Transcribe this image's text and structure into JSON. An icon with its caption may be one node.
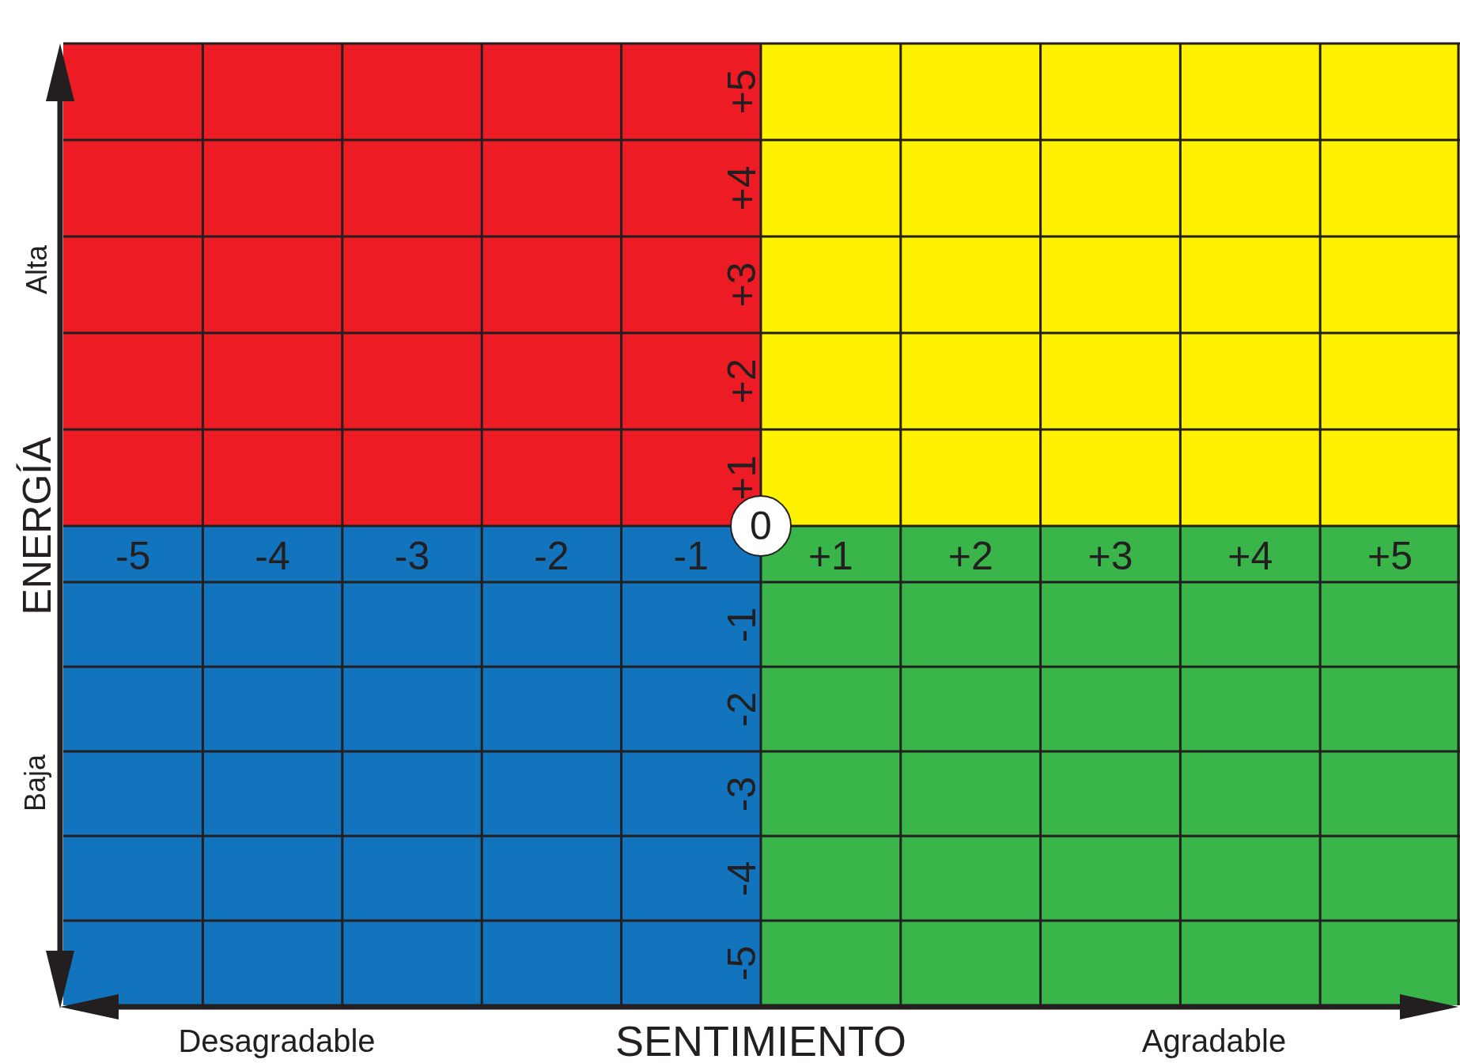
{
  "diagram": {
    "nodes": [
      {
        "text": [
          "0"
        ]
      }
    ],
    "labels": [
      "+5",
      "+4",
      "+3",
      "+2",
      "+1",
      "-5",
      "-4",
      "-3",
      "-2",
      "-1",
      "+1",
      "+2",
      "+3",
      "+4",
      "+5",
      "-1",
      "-2",
      "-3",
      "-4",
      "-5",
      "Alta",
      "ENERGÍA",
      "Baja",
      "Desagradable",
      "SENTIMIENTO",
      "Agradable"
    ]
  }
}
